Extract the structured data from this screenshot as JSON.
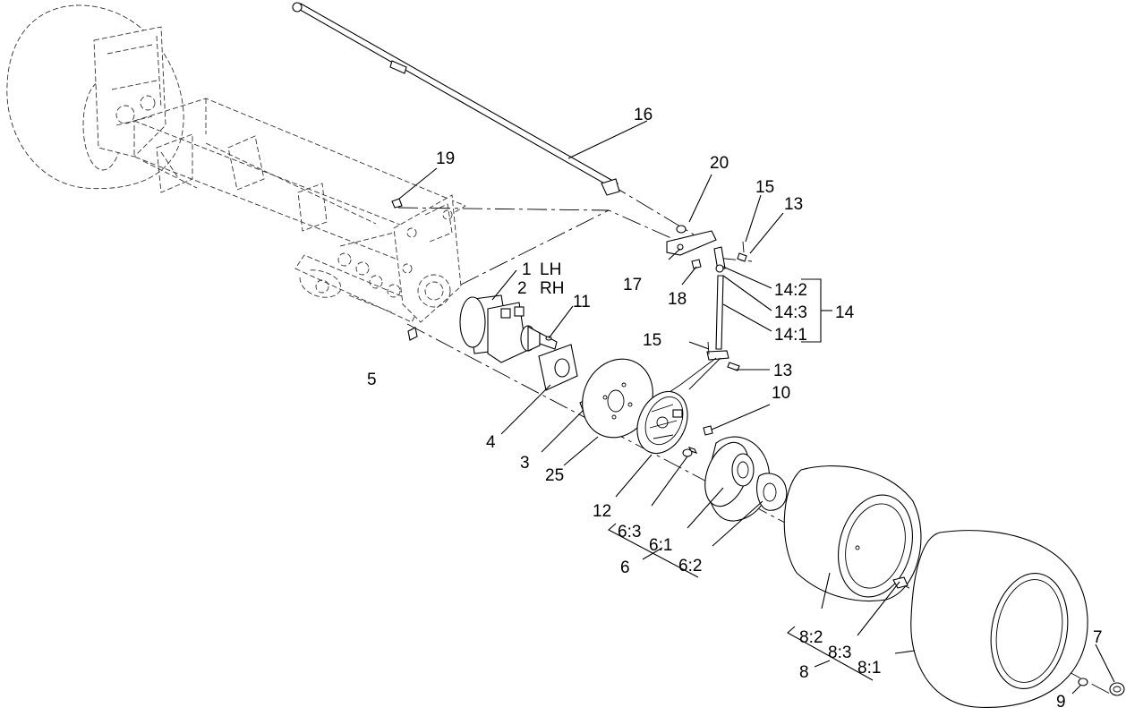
{
  "callouts": [
    {
      "id": "l1",
      "text": "1"
    },
    {
      "id": "l1lh",
      "text": "LH"
    },
    {
      "id": "l2",
      "text": "2"
    },
    {
      "id": "l2rh",
      "text": "RH"
    },
    {
      "id": "l3",
      "text": "3"
    },
    {
      "id": "l4",
      "text": "4"
    },
    {
      "id": "l5",
      "text": "5"
    },
    {
      "id": "l6",
      "text": "6"
    },
    {
      "id": "l61",
      "text": "6:1"
    },
    {
      "id": "l62",
      "text": "6:2"
    },
    {
      "id": "l63",
      "text": "6:3"
    },
    {
      "id": "l7",
      "text": "7"
    },
    {
      "id": "l8",
      "text": "8"
    },
    {
      "id": "l81",
      "text": "8:1"
    },
    {
      "id": "l82",
      "text": "8:2"
    },
    {
      "id": "l83",
      "text": "8:3"
    },
    {
      "id": "l9",
      "text": "9"
    },
    {
      "id": "l10",
      "text": "10"
    },
    {
      "id": "l11",
      "text": "11"
    },
    {
      "id": "l12",
      "text": "12"
    },
    {
      "id": "l13a",
      "text": "13"
    },
    {
      "id": "l13b",
      "text": "13"
    },
    {
      "id": "l14",
      "text": "14"
    },
    {
      "id": "l141",
      "text": "14:1"
    },
    {
      "id": "l142",
      "text": "14:2"
    },
    {
      "id": "l143",
      "text": "14:3"
    },
    {
      "id": "l15a",
      "text": "15"
    },
    {
      "id": "l15b",
      "text": "15"
    },
    {
      "id": "l16",
      "text": "16"
    },
    {
      "id": "l17",
      "text": "17"
    },
    {
      "id": "l18",
      "text": "18"
    },
    {
      "id": "l19",
      "text": "19"
    },
    {
      "id": "l20",
      "text": "20"
    },
    {
      "id": "l25",
      "text": "25"
    }
  ]
}
